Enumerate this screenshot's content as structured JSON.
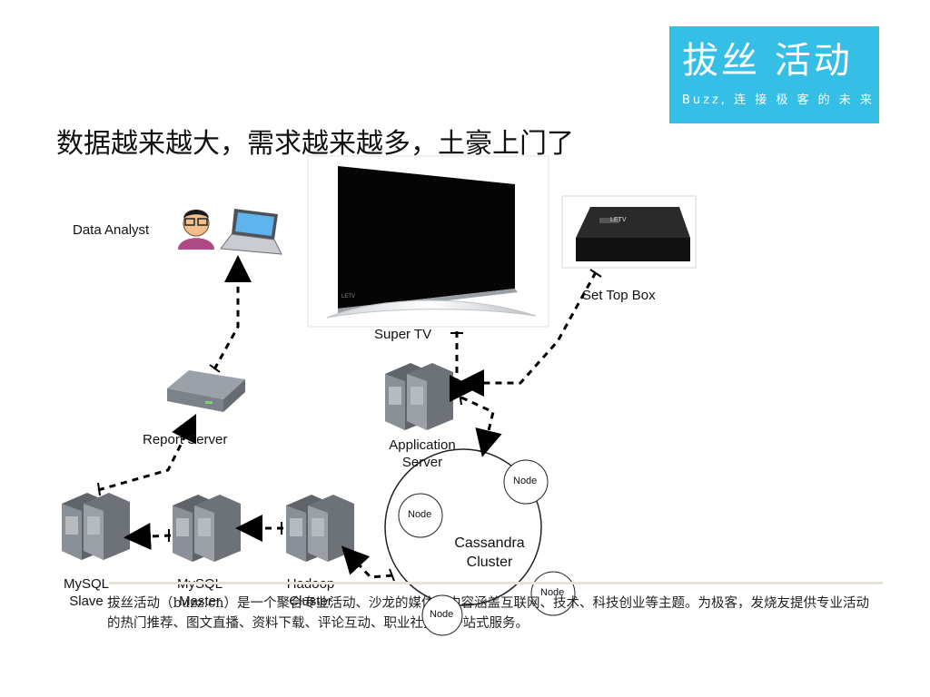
{
  "logo": {
    "main": "拔丝 活动",
    "tagline": "Buzz, 连 接 极 客 的 未 来"
  },
  "title": "数据越来越大，需求越来越多，土豪上门了",
  "labels": {
    "data_analyst": "Data Analyst",
    "report_server": "Report Server",
    "super_tv": "Super TV",
    "set_top_box": "Set Top Box",
    "application_server": "Application Server",
    "mysql_slave": "MySQL Slave",
    "mysql_master": "MySQL Master",
    "hadoop_cluster": "Hadoop Cluster",
    "cassandra_cluster": "Cassandra Cluster",
    "node": "Node",
    "tv_brand": "LETV",
    "box_brand": "LETV"
  },
  "footer": "拔丝活动（buzz.cn）是一个聚合专业活动、沙龙的媒体，内容涵盖互联网、技术、科技创业等主题。为极客，发烧友提供专业活动的热门推荐、图文直播、资料下载、评论互动、职业社交等一站式服务。",
  "colors": {
    "logo_bg": "#36bfe6",
    "server_body": "#8d939a",
    "server_dark": "#5f656b",
    "line": "#000000"
  }
}
